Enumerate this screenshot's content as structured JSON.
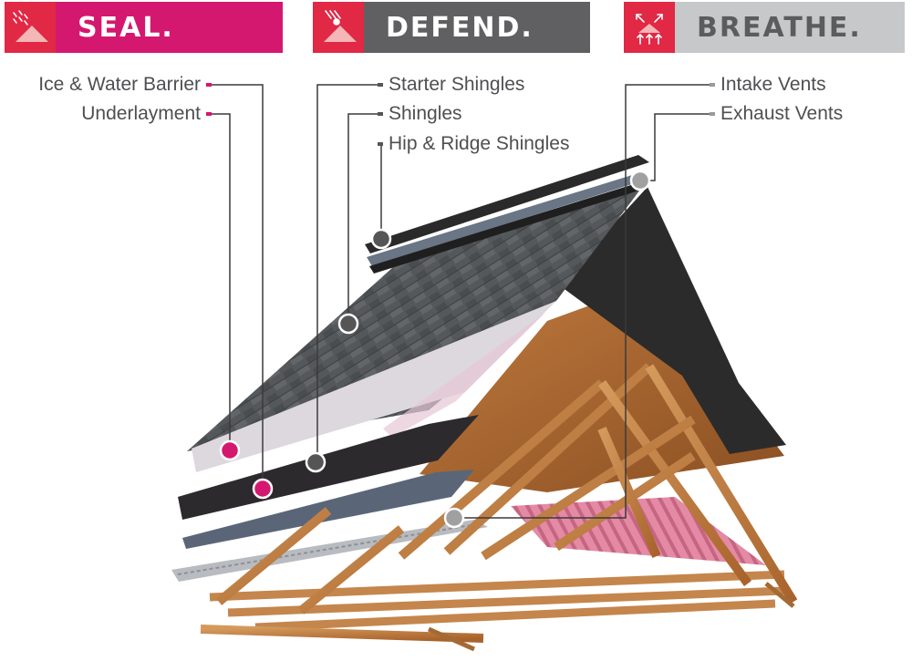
{
  "banners": {
    "seal": {
      "label": "SEAL.",
      "icon": "rain-roof-icon"
    },
    "defend": {
      "label": "DEFEND.",
      "icon": "hail-roof-icon"
    },
    "breathe": {
      "label": "BREATHE.",
      "icon": "airflow-arrows-icon"
    }
  },
  "callouts": {
    "ice_water_barrier": "Ice & Water Barrier",
    "underlayment": "Underlayment",
    "starter_shingles": "Starter Shingles",
    "shingles": "Shingles",
    "hip_ridge_shingles": "Hip & Ridge Shingles",
    "intake_vents": "Intake Vents",
    "exhaust_vents": "Exhaust Vents"
  },
  "colors": {
    "seal": "#d4186f",
    "defend": "#606062",
    "breathe": "#c7c8ca",
    "icon_box": "#e12845",
    "marker_pink": "#d4186f",
    "marker_dark": "#555555",
    "marker_gray": "#a0a0a0"
  }
}
